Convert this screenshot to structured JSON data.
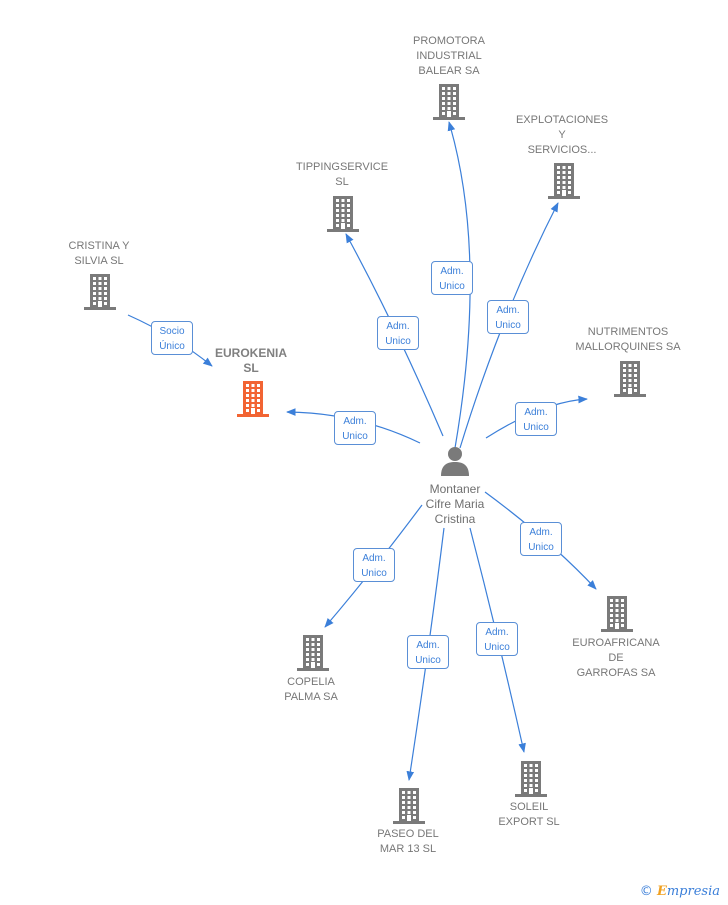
{
  "colors": {
    "edge": "#3b7fd9",
    "company": "#7a7a7a",
    "focus": "#f26433",
    "person": "#7a7a7a"
  },
  "person": {
    "label": "Montaner\nCifre Maria\nCristina",
    "icon": "person-icon"
  },
  "companies": [
    {
      "id": "promotora",
      "label": "PROMOTORA\nINDUSTRIAL\nBALEAR SA",
      "icon": "building-icon"
    },
    {
      "id": "explotaciones",
      "label": "EXPLOTACIONES\nY\nSERVICIOS...",
      "icon": "building-icon"
    },
    {
      "id": "tippingservice",
      "label": "TIPPINGSERVICE\nSL",
      "icon": "building-icon"
    },
    {
      "id": "cristina",
      "label": "CRISTINA Y\nSILVIA  SL",
      "icon": "building-icon"
    },
    {
      "id": "eurokenia",
      "label": "EUROKENIA\nSL",
      "icon": "building-icon",
      "focus": true
    },
    {
      "id": "nutrimentos",
      "label": "NUTRIMENTOS\nMALLORQUINES SA",
      "icon": "building-icon"
    },
    {
      "id": "euroafricana",
      "label": "EUROAFRICANA\nDE\nGARROFAS SA",
      "icon": "building-icon"
    },
    {
      "id": "copelia",
      "label": "COPELIA\nPALMA SA",
      "icon": "building-icon"
    },
    {
      "id": "paseo",
      "label": "PASEO DEL\nMAR 13  SL",
      "icon": "building-icon"
    },
    {
      "id": "soleil",
      "label": "SOLEIL\nEXPORT  SL",
      "icon": "building-icon"
    }
  ],
  "relations": [
    {
      "from": "person",
      "to": "promotora",
      "label": "Adm.\nUnico"
    },
    {
      "from": "person",
      "to": "explotaciones",
      "label": "Adm.\nUnico"
    },
    {
      "from": "person",
      "to": "tippingservice",
      "label": "Adm.\nUnico"
    },
    {
      "from": "person",
      "to": "eurokenia",
      "label": "Adm.\nUnico"
    },
    {
      "from": "person",
      "to": "nutrimentos",
      "label": "Adm.\nUnico"
    },
    {
      "from": "person",
      "to": "euroafricana",
      "label": "Adm.\nUnico"
    },
    {
      "from": "person",
      "to": "copelia",
      "label": "Adm.\nUnico"
    },
    {
      "from": "person",
      "to": "paseo",
      "label": "Adm.\nUnico"
    },
    {
      "from": "person",
      "to": "soleil",
      "label": "Adm.\nUnico"
    },
    {
      "from": "cristina",
      "to": "eurokenia",
      "label": "Socio\nÚnico"
    }
  ],
  "footer": {
    "copyright": "©",
    "brand_initial": "E",
    "brand_rest": "mpresia"
  }
}
